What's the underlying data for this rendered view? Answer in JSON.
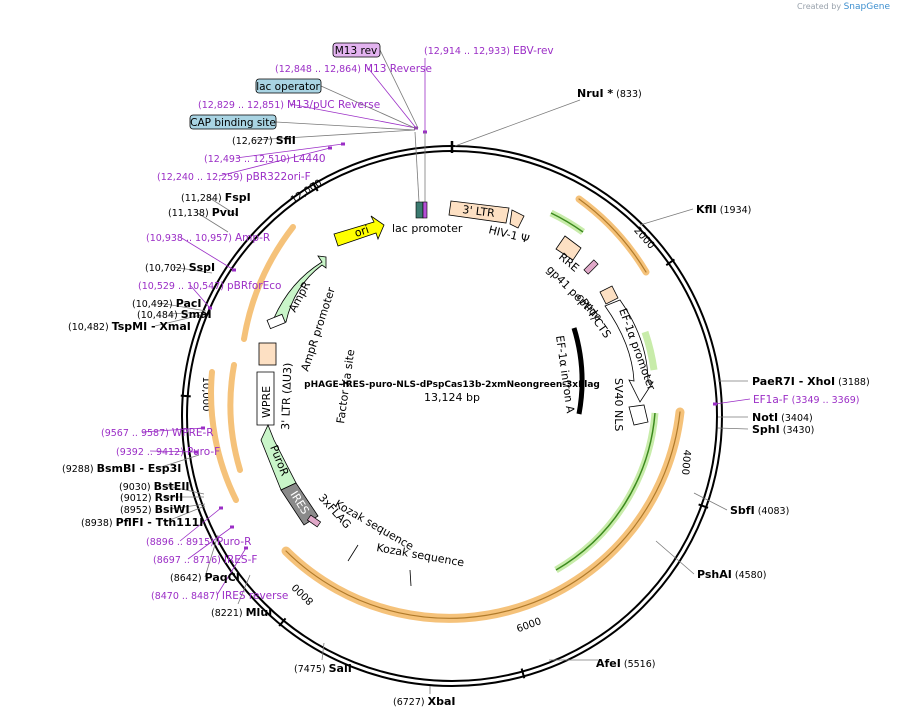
{
  "credit": {
    "prefix": "Created by",
    "brand": "SnapGene"
  },
  "plasmid": {
    "name": "pHAGE-IRES-puro-NLS-dPspCas13b-2xmNeongreen-3xFlag",
    "length": "13,124 bp",
    "total_bp": 13124
  },
  "ticks": [
    "2000",
    "4000",
    "6000",
    "8000",
    "10,000",
    "12,000"
  ],
  "sites": [
    {
      "name": "NruI *",
      "pos": "(833)",
      "bp": 833
    },
    {
      "name": "KflI",
      "pos": "(1934)",
      "bp": 1934
    },
    {
      "name": "PaeR7I",
      "alt": "- XhoI",
      "pos": "(3188)",
      "bp": 3188
    },
    {
      "name": "NotI",
      "pos": "(3404)",
      "bp": 3404
    },
    {
      "name": "SphI",
      "pos": "(3430)",
      "bp": 3430
    },
    {
      "name": "SbfI",
      "pos": "(4083)",
      "bp": 4083
    },
    {
      "name": "PshAI",
      "pos": "(4580)",
      "bp": 4580
    },
    {
      "name": "AfeI",
      "pos": "(5516)",
      "bp": 5516
    },
    {
      "name": "XbaI",
      "pos": "(6727)",
      "bp": 6727
    },
    {
      "name": "SalI",
      "pos": "(7475)",
      "bp": 7475
    },
    {
      "name": "MluI",
      "pos": "(8221)",
      "bp": 8221
    },
    {
      "name": "PaqCI",
      "pos": "(8642)",
      "bp": 8642
    },
    {
      "name": "PflFI",
      "alt": "- Tth111I",
      "pos": "(8938)",
      "bp": 8938
    },
    {
      "name": "BsiWI",
      "pos": "(8952)",
      "bp": 8952
    },
    {
      "name": "RsrII",
      "pos": "(9012)",
      "bp": 9012
    },
    {
      "name": "BstEII",
      "pos": "(9030)",
      "bp": 9030
    },
    {
      "name": "BsmBI",
      "alt": "- Esp3I",
      "pos": "(9288)",
      "bp": 9288
    },
    {
      "name": "TspMI",
      "alt": "- XmaI",
      "pos": "(10,482)",
      "bp": 10482
    },
    {
      "name": "SmaI",
      "pos": "(10,484)",
      "bp": 10484
    },
    {
      "name": "PacI",
      "pos": "(10,492)",
      "bp": 10492
    },
    {
      "name": "SspI",
      "pos": "(10,702)",
      "bp": 10702
    },
    {
      "name": "PvuI",
      "pos": "(11,138)",
      "bp": 11138
    },
    {
      "name": "FspI",
      "pos": "(11,284)",
      "bp": 11284
    },
    {
      "name": "SfiI",
      "pos": "(12,627)",
      "bp": 12627
    }
  ],
  "primers": [
    {
      "name": "EBV-rev",
      "pos": "(12,914 .. 12,933)"
    },
    {
      "name": "M13 Reverse",
      "pos": "(12,848 .. 12,864)"
    },
    {
      "name": "M13/pUC Reverse",
      "pos": "(12,829 .. 12,851)"
    },
    {
      "name": "L4440",
      "pos": "(12,493 .. 12,510)"
    },
    {
      "name": "pBR322ori-F",
      "pos": "(12,240 .. 12,259)"
    },
    {
      "name": "Amp-R",
      "pos": "(10,938 .. 10,957)"
    },
    {
      "name": "pBRforEco",
      "pos": "(10,529 .. 10,547)"
    },
    {
      "name": "EF1a-F",
      "pos": "(3349 .. 3369)"
    },
    {
      "name": "WPRE-R",
      "pos": "(9567 .. 9587)"
    },
    {
      "name": "Puro-F",
      "pos": "(9392 .. 9412)"
    },
    {
      "name": "Puro-R",
      "pos": "(8896 .. 8915)"
    },
    {
      "name": "IRES-F",
      "pos": "(8697 .. 8716)"
    },
    {
      "name": "IRES reverse",
      "pos": "(8470 .. 8487)"
    }
  ],
  "boxed": [
    {
      "name": "M13 rev",
      "color": "#e3b3f0"
    },
    {
      "name": "lac operator",
      "color": "#a9d4e3"
    },
    {
      "name": "CAP binding site",
      "color": "#a9d4e3"
    }
  ],
  "features": {
    "lac_promoter": "lac promoter",
    "ltr3": "3' LTR",
    "hiv_psi": "HIV-1 Ψ",
    "rre": "RRE",
    "gp41": "gp41 peptide",
    "cppt": "cPPT/CTS",
    "ef1a_promoter": "EF-1α promoter",
    "ef1a_intron": "EF-1α intron A",
    "sv40": "SV40 NLS",
    "ori": "ori",
    "ampr": "AmpR",
    "ampr_promoter": "AmpR promoter",
    "factor_xa": "Factor Xa site",
    "ltr3_du3": "3' LTR (ΔU3)",
    "wpre": "WPRE",
    "puror": "PuroR",
    "ires": "IRES",
    "flag": "3xFLAG",
    "kozak1": "Kozak sequence",
    "kozak2": "Kozak sequence"
  },
  "colors": {
    "primer": "#9b2ec6",
    "orf": "#f5c27a",
    "promoter": "#7cc642",
    "ori": "#ffff00",
    "ampr": "#c9f5c9",
    "ltr": "#fde0c3",
    "ires": "#888888"
  }
}
